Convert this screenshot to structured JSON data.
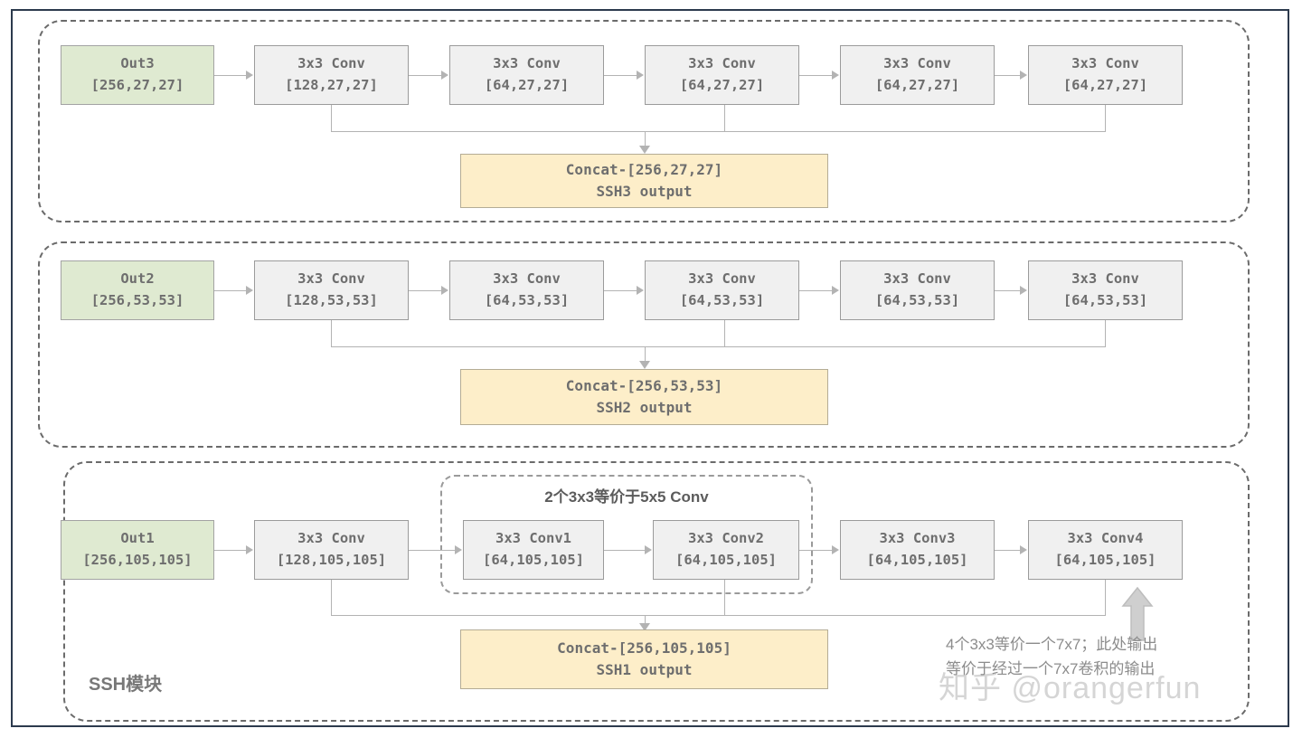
{
  "diagram": {
    "module_title": "SSH模块",
    "watermark": "知乎 @orangerfun",
    "callout_note_line1": "4个3x3等价一个7x7；此处输出",
    "callout_note_line2": "等价于经过一个7x7卷积的输出",
    "subpanel_label": "2个3x3等价于5x5 Conv",
    "colors": {
      "frame": "#2c3a4d",
      "panel_dash": "#6b6b6b",
      "node_gray_fill": "#f0f0f0",
      "node_green_fill": "#dfead1",
      "node_concat_fill": "#fdeec9",
      "connector": "#b3b3b3",
      "text": "#6e6e6e"
    }
  },
  "rows": [
    {
      "id": "ssh3",
      "nodes": [
        {
          "name": "out3",
          "l1": "Out3",
          "l2": "[256,27,27]"
        },
        {
          "name": "conv1",
          "l1": "3x3 Conv",
          "l2": "[128,27,27]"
        },
        {
          "name": "conv2",
          "l1": "3x3 Conv",
          "l2": "[64,27,27]"
        },
        {
          "name": "conv3",
          "l1": "3x3 Conv",
          "l2": "[64,27,27]"
        },
        {
          "name": "conv4",
          "l1": "3x3 Conv",
          "l2": "[64,27,27]"
        },
        {
          "name": "conv5",
          "l1": "3x3 Conv",
          "l2": "[64,27,27]"
        }
      ],
      "concat": {
        "l1": "Concat-[256,27,27]",
        "l2": "SSH3 output"
      }
    },
    {
      "id": "ssh2",
      "nodes": [
        {
          "name": "out2",
          "l1": "Out2",
          "l2": "[256,53,53]"
        },
        {
          "name": "conv1",
          "l1": "3x3 Conv",
          "l2": "[128,53,53]"
        },
        {
          "name": "conv2",
          "l1": "3x3 Conv",
          "l2": "[64,53,53]"
        },
        {
          "name": "conv3",
          "l1": "3x3 Conv",
          "l2": "[64,53,53]"
        },
        {
          "name": "conv4",
          "l1": "3x3 Conv",
          "l2": "[64,53,53]"
        },
        {
          "name": "conv5",
          "l1": "3x3 Conv",
          "l2": "[64,53,53]"
        }
      ],
      "concat": {
        "l1": "Concat-[256,53,53]",
        "l2": "SSH2 output"
      }
    },
    {
      "id": "ssh1",
      "nodes": [
        {
          "name": "out1",
          "l1": "Out1",
          "l2": "[256,105,105]"
        },
        {
          "name": "conv1",
          "l1": "3x3 Conv",
          "l2": "[128,105,105]"
        },
        {
          "name": "conv2",
          "l1": "3x3 Conv1",
          "l2": "[64,105,105]"
        },
        {
          "name": "conv3",
          "l1": "3x3 Conv2",
          "l2": "[64,105,105]"
        },
        {
          "name": "conv4",
          "l1": "3x3 Conv3",
          "l2": "[64,105,105]"
        },
        {
          "name": "conv5",
          "l1": "3x3 Conv4",
          "l2": "[64,105,105]"
        }
      ],
      "concat": {
        "l1": "Concat-[256,105,105]",
        "l2": "SSH1 output"
      }
    }
  ]
}
